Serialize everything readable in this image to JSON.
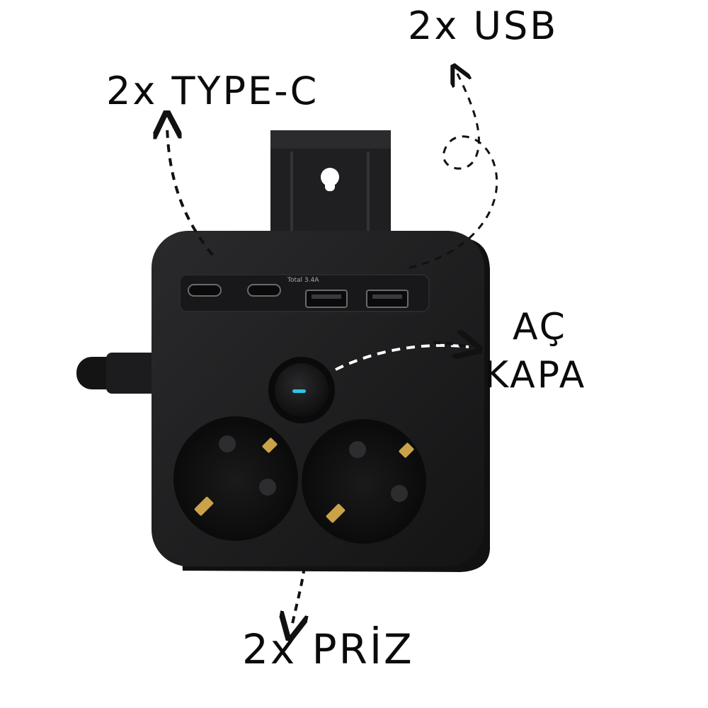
{
  "labels": {
    "usb": "2x USB",
    "type_c": "2x TYPE-C",
    "switch_line1": "AÇ",
    "switch_line2": "KAPA",
    "sockets": "2x PRİZ"
  },
  "device": {
    "port_strip_text": "Total 3.4A",
    "body_color": "#1c1c1e",
    "indicator_color": "#2ec4e6",
    "pin_color": "#c9a24a"
  }
}
